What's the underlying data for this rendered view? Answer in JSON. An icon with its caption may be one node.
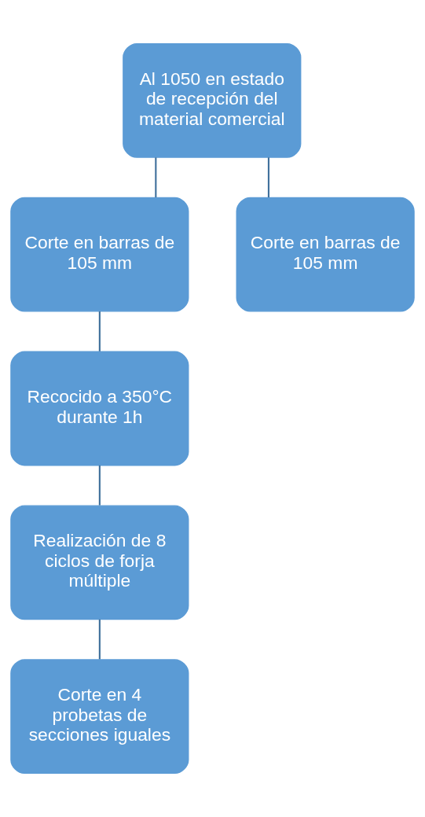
{
  "diagram": {
    "nodes": [
      {
        "text": [
          "Al 1050 en estado de recepción del material comercial"
        ]
      },
      {
        "text": [
          "Corte en barras de 105 mm"
        ]
      },
      {
        "text": [
          "Corte en barras de 105 mm"
        ]
      },
      {
        "text": [
          "Recocido a 350°C durante 1h"
        ]
      },
      {
        "text": [
          "Realización de 8 ciclos de forja múltiple"
        ]
      },
      {
        "text": [
          "Corte en 4 probetas de secciones iguales"
        ]
      }
    ],
    "edges": [
      {
        "from": 0,
        "to": 1,
        "arrow": "none"
      },
      {
        "from": 0,
        "to": 2,
        "arrow": "none"
      },
      {
        "from": 1,
        "to": 3,
        "arrow": "none"
      },
      {
        "from": 3,
        "to": 4,
        "arrow": "none"
      },
      {
        "from": 4,
        "to": 5,
        "arrow": "none"
      }
    ]
  }
}
